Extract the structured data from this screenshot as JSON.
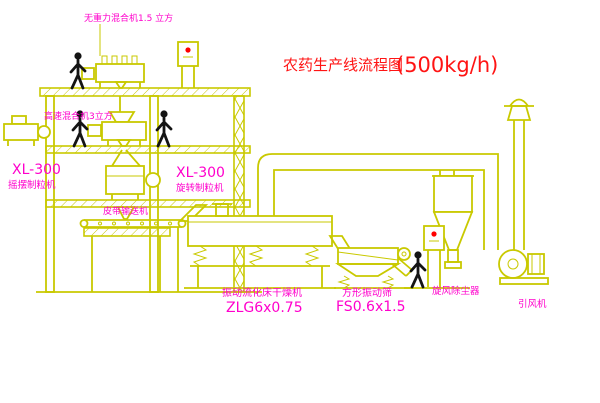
{
  "title": {
    "name": "农药生产线流程图",
    "capacity": "(500kg/h)"
  },
  "labels": {
    "top_mixer": "无重力混合机1.5 立方",
    "high_speed_mixer": "高速混合机3立方",
    "left_granulator_model": "XL-300",
    "left_granulator_name": "摇摆制粒机",
    "rotary_granulator_model": "XL-300",
    "rotary_granulator_name": "旋转制粒机",
    "belt_conveyor": "皮带输送机",
    "fluid_bed_dryer": "振动流化床干燥机",
    "fluid_bed_dryer_model": "ZLG6x0.75",
    "vibrating_screen": "方形振动筛",
    "vibrating_screen_model": "FS0.6x1.5",
    "cyclone": "旋风除尘器",
    "induced_draft_fan": "引风机"
  },
  "colors": {
    "background": "#ffffff",
    "line": "#c9c900",
    "label": "#ff00cc",
    "title": "#ff1414",
    "figure": "#141414",
    "indicator": "#ff0000"
  }
}
